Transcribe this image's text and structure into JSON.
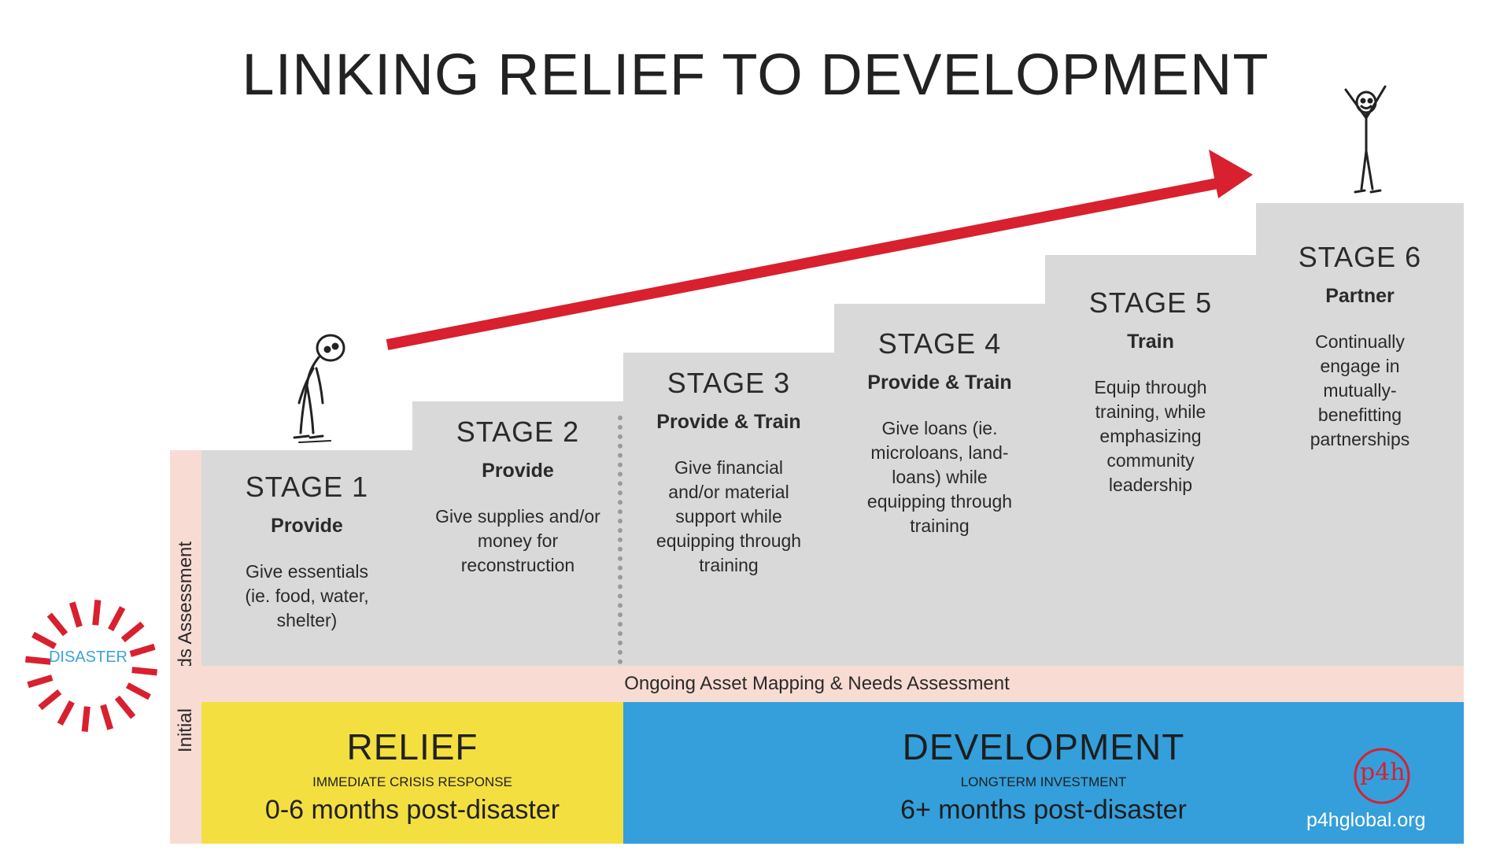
{
  "title": "LINKING RELIEF TO DEVELOPMENT",
  "stages": [
    {
      "title": "STAGE 1",
      "action": "Provide",
      "description": "Give essentials (ie. food, water, shelter)"
    },
    {
      "title": "STAGE 2",
      "action": "Provide",
      "description": "Give supplies and/or money for reconstruction"
    },
    {
      "title": "STAGE 3",
      "action": "Provide & Train",
      "description": "Give financial and/or material support while equipping through training"
    },
    {
      "title": "STAGE 4",
      "action": "Provide & Train",
      "description": "Give loans (ie. microloans, land-loans) while equipping through training"
    },
    {
      "title": "STAGE 5",
      "action": "Train",
      "description": "Equip through training, while emphasizing community leadership"
    },
    {
      "title": "STAGE 6",
      "action": "Partner",
      "description": "Continually engage in mutually-benefitting partnerships"
    }
  ],
  "ongoing_assessment": "Ongoing Asset Mapping & Needs Assessment",
  "initial_assessment": "Initial Needs Assessment",
  "disaster_label": "DISASTER",
  "relief": {
    "title": "RELIEF",
    "subtitle": "IMMEDIATE CRISIS RESPONSE",
    "timeframe": "0-6 months post-disaster"
  },
  "development": {
    "title": "DEVELOPMENT",
    "subtitle": "LONGTERM INVESTMENT",
    "timeframe": "6+ months post-disaster"
  },
  "logo_text": "p4h",
  "website": "p4hglobal.org",
  "colors": {
    "arrow": "#d8202f",
    "relief": "#f4df41",
    "development": "#349fdb",
    "steps": "#d9d9d9",
    "assessment": "#f8dcd4",
    "disaster_burst": "#d8202f",
    "disaster_text": "#3aa4d8"
  }
}
